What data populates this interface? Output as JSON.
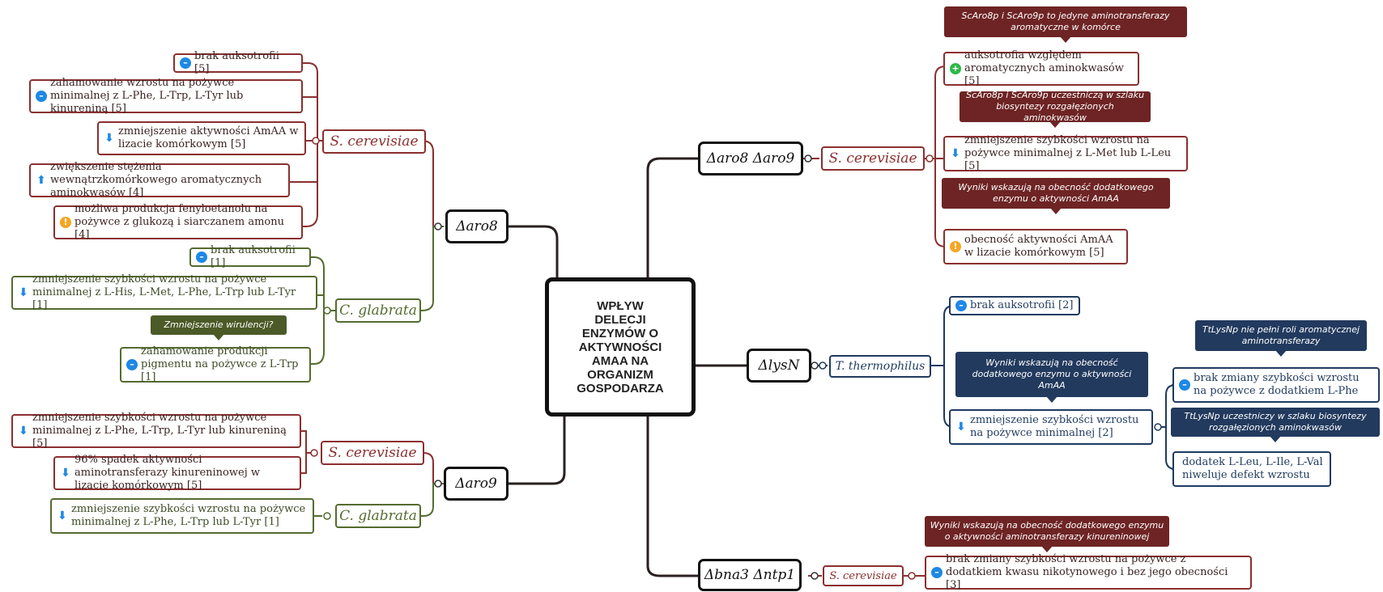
{
  "center": {
    "title": "WPŁYW DELECJI ENZYMÓW O AKTYWNOŚCI AMAA NA ORGANIZM GOSPODARZA"
  },
  "genes": {
    "aro8": "Δaro8",
    "aro9": "Δaro9",
    "aro8aro9": "Δaro8 Δaro9",
    "lysN": "ΔlysN",
    "bna3ntp1": "Δbna3 Δntp1"
  },
  "organisms": {
    "sc_aro8": "S. cerevisiae",
    "cg_aro8": "C. glabrata",
    "sc_aro9": "S. cerevisiae",
    "cg_aro9": "C. glabrata",
    "sc_aro89": "S. cerevisiae",
    "tt_lysN": "T. thermophilus",
    "sc_bna3": "S. cerevisiae"
  },
  "left": {
    "sc_aro8": [
      "brak auksotrofii [5]",
      "zahamowanie wzrostu na pożywce minimalnej z L-Phe, L-Trp, L-Tyr lub kinureniną [5]",
      "zmniejszenie aktywności AmAA w lizacie komórkowym  [5]",
      "zwiększenie stężenia wewnątrzkomórkowego aromatycznych aminokwasów [4]",
      "możliwa produkcja fenyloetanolu na pożywce z glukozą i siarczanem amonu [4]"
    ],
    "cg_aro8": [
      "brak auksotrofii [1]",
      "zmniejszenie szybkości wzrostu na pożywce minimalnej z L-His,  L-Met, L-Phe, L-Trp  lub L-Tyr  [1]",
      "zahamowanie produkcji pigmentu na pożywce z L-Trp [1]"
    ],
    "cg_aro8_callout": "Zmniejszenie wirulencji?",
    "sc_aro9": [
      "zmniejszenie szybkości wzrostu na pożywce minimalnej z L-Phe, L-Trp, L-Tyr lub kinureniną [5]",
      "96% spadek aktywności aminotransferazy kinureninowej w lizacie komórkowym [5]"
    ],
    "cg_aro9": [
      "zmniejszenie szybkości wzrostu na pożywce minimalnej z L-Phe, L-Trp lub L-Tyr [1]"
    ]
  },
  "right": {
    "sc_aro89": [
      "auksotrofia względem aromatycznych aminokwasów [5]",
      "zmniejszenie szybkości wzrostu na pożywce minimalnej z L-Met lub L-Leu [5]",
      "obecność aktywności AmAA w lizacie komórkowym [5]"
    ],
    "sc_aro89_callouts": [
      "ScAro8p i ScAro9p to jedyne aminotransferazy aromatyczne w komórce",
      "ScAro8p i ScAro9p uczestniczą w szlaku biosyntezy rozgałęzionych aminokwasów",
      "Wyniki wskazują na obecność dodatkowego enzymu o aktywności AmAA"
    ],
    "tt_lysN": [
      "brak auksotrofii [2]",
      "zmniejszenie szybkości wzrostu na pożywce minimalnej [2]"
    ],
    "tt_lysN_callout": "Wyniki wskazują na obecność dodatkowego enzymu o aktywności AmAA",
    "tt_sub": [
      "brak zmiany szybkości wzrostu na pożywce z dodatkiem L-Phe",
      "dodatek L-Leu, L-Ile, L-Val niweluje defekt wzrostu"
    ],
    "tt_sub_callouts": [
      "TtLysNp nie pełni roli aromatycznej aminotransferazy",
      "TtLysNp uczestniczy w szlaku biosyntezy rozgałęzionych aminokwasów"
    ],
    "sc_bna3": [
      "brak zmiany szybkości wzrostu na pożywce z dodatkiem kwasu nikotynowego i bez jego obecności [3]"
    ],
    "sc_bna3_callout": "Wyniki wskazują na obecność dodatkowego enzymu o aktywności aminotransferazy kinureninowej"
  },
  "colors": {
    "red": "#8b2f2f",
    "green": "#556b2f",
    "blue": "#1f3a5f",
    "black": "#111111"
  }
}
